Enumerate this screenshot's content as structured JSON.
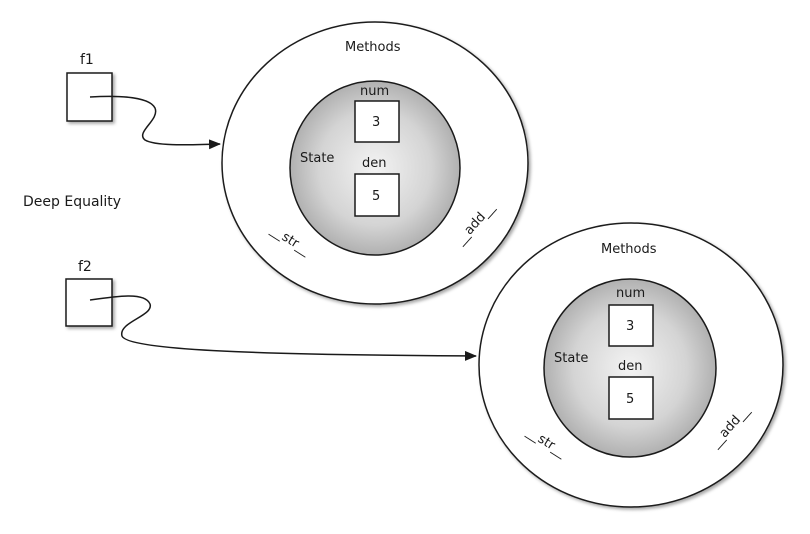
{
  "caption": "Deep Equality",
  "references": [
    {
      "label": "f1"
    },
    {
      "label": "f2"
    }
  ],
  "objects": [
    {
      "methods_label": "Methods",
      "state_label": "State",
      "fields": [
        {
          "name": "num",
          "value": "3"
        },
        {
          "name": "den",
          "value": "5"
        }
      ],
      "method_names": [
        "__str__",
        "__add__"
      ]
    },
    {
      "methods_label": "Methods",
      "state_label": "State",
      "fields": [
        {
          "name": "num",
          "value": "3"
        },
        {
          "name": "den",
          "value": "5"
        }
      ],
      "method_names": [
        "__str__",
        "__add__"
      ]
    }
  ]
}
